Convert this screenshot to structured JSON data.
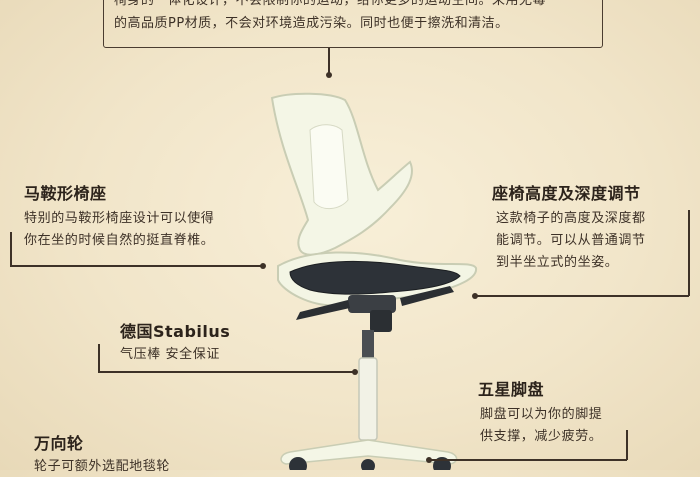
{
  "top_box": {
    "line1": "椅身的一体化设计，不会限制你的运动，给你更多的运动空间。采用无毒",
    "line2": "的高品质PP材质，不会对环境造成污染。同时也便于擦洗和清洁。"
  },
  "saddle_seat": {
    "title": "马鞍形椅座",
    "line1": "特别的马鞍形椅座设计可以使得",
    "line2": "你在坐的时候自然的挺直脊椎。"
  },
  "height_depth": {
    "title": "座椅高度及深度调节",
    "line1": "这款椅子的高度及深度都",
    "line2": "能调节。可以从普通调节",
    "line3": "到半坐立式的坐姿。"
  },
  "stabilus": {
    "title": "德国Stabilus",
    "line1": "气压棒 安全保证"
  },
  "base": {
    "title": "五星脚盘",
    "line1": "脚盘可以为你的脚提",
    "line2": "供支撑，减少疲劳。"
  },
  "casters": {
    "title": "万向轮",
    "line1": "轮子可额外选配地毯轮"
  },
  "colors": {
    "background": "#f1e5c9",
    "line": "#3d3127",
    "chair_shell": "#f4f6e6"
  }
}
